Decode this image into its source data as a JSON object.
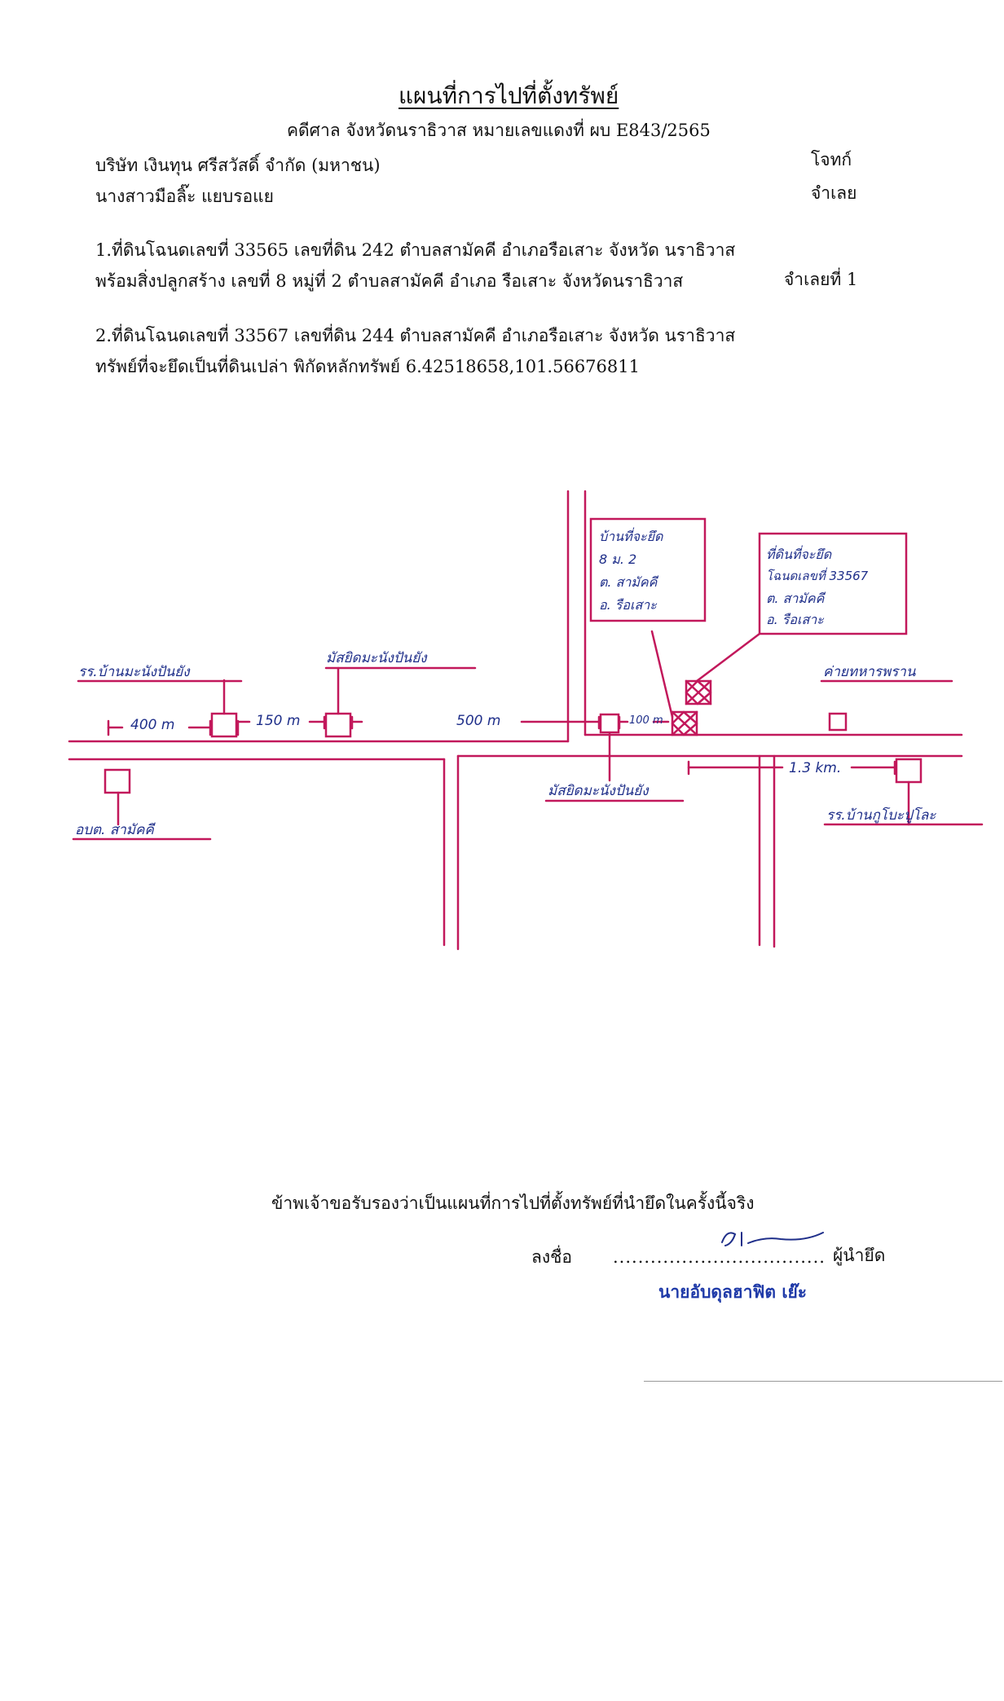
{
  "header": {
    "title": "แผนที่การไปที่ตั้งทรัพย์",
    "case_line": "คดีศาล จังหวัดนราธิวาส  หมายเลขแดงที่  ผบ E843/2565"
  },
  "parties": {
    "plaintiff_name": "บริษัท   เงินทุน ศรีสวัสดิ์  จำกัด (มหาชน)",
    "plaintiff_role": "โจทก์",
    "defendant_name": "นางสาวมือลิ๊ะ แยบรอแย",
    "defendant_role": "จำเลย"
  },
  "properties": {
    "item1_line1": "1.ที่ดินโฉนดเลขที่  33565  เลขที่ดิน 242  ตำบลสามัคคี  อำเภอรือเสาะ      จังหวัด นราธิวาส",
    "item1_line2": "พร้อมสิ่งปลูกสร้าง เลขที่ 8 หมู่ที่ 2 ตำบลสามัคคี  อำเภอ รือเสาะ จังหวัดนราธิวาส",
    "item1_note": "จำเลยที่ 1",
    "item2_line1": "2.ที่ดินโฉนดเลขที่ 33567 เลขที่ดิน 244  ตำบลสามัคคี อำเภอรือเสาะ      จังหวัด นราธิวาส",
    "item2_line2": "ทรัพย์ที่จะยึดเป็นที่ดินเปล่า   พิกัดหลักทรัพย์  6.42518658,101.56676811"
  },
  "map": {
    "label_school1": "รร.บ้านมะนังปันยัง",
    "label_mosque": "มัสยิดมะนังปันยัง",
    "label_dist1": "400 m",
    "label_dist2": "150 m",
    "label_dist3": "500 m",
    "label_dist4": "100 m",
    "label_dist5": "1.3 km.",
    "label_house_box": [
      "บ้านที่จะยึด",
      "8  ม. 2",
      "ต. สามัคคี",
      "อ. รือเสาะ"
    ],
    "label_land_box": [
      "ที่ดินที่จะยึด",
      "โฉนดเลขที่ 33567",
      "ต. สามัคคี",
      "อ. รือเสาะ"
    ],
    "label_camp": "ค่ายทหารพราน",
    "label_obt": "อบต. สามัคคี",
    "label_school2": "รร.บ้านกูโบะปูโละ",
    "colors": {
      "map_ink": "#c2185b",
      "hand_ink": "#1f2f8a"
    }
  },
  "signature": {
    "certify": "ข้าพเจ้าขอรับรองว่าเป็นแผนที่การไปที่ตั้งทรัพย์ที่นำยึดในครั้งนี้จริง",
    "sign_label": "ลงชื่อ",
    "dots": "..................................",
    "role": "ผู้นำยึด",
    "name": "นายอับดุลฮาฟิต  เย๊ะ"
  }
}
